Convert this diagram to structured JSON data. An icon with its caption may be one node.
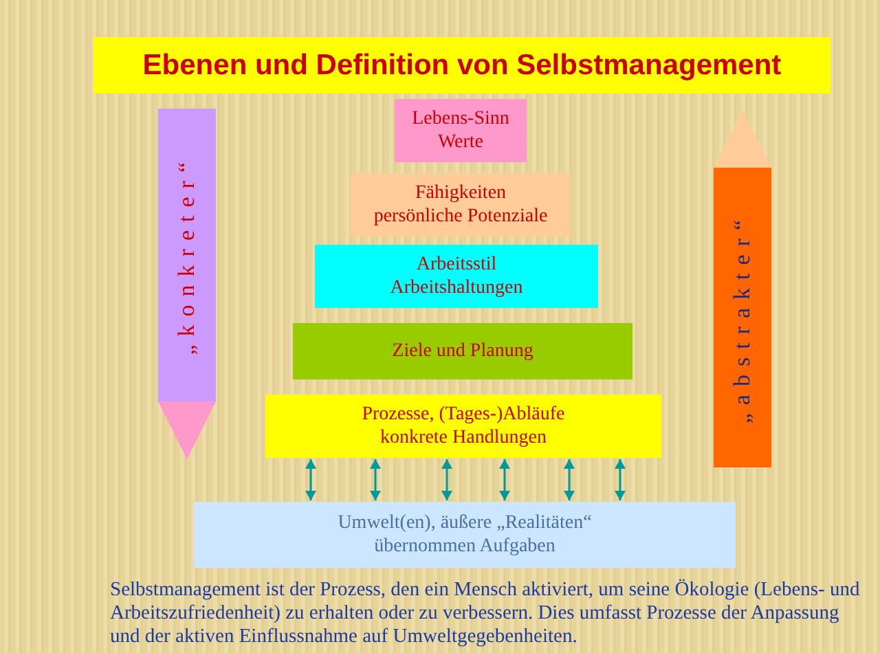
{
  "diagram": {
    "title": "Ebenen und Definition von Selbstmanagement",
    "nodes": [
      {
        "text": [
          "Lebens-Sinn",
          "Werte"
        ]
      },
      {
        "text": [
          "Fähigkeiten",
          "persönliche Potenziale"
        ]
      },
      {
        "text": [
          "Arbeitsstil",
          "Arbeitshaltungen"
        ]
      },
      {
        "text": [
          "Ziele und Planung"
        ]
      },
      {
        "text": [
          "Prozesse, (Tages-)Abläufe",
          "konkrete Handlungen"
        ]
      },
      {
        "text": [
          "Umwelt(en), äußere „Realitäten“",
          "übernommen Aufgaben"
        ]
      },
      {
        "text": [
          "„konkreter“"
        ]
      },
      {
        "text": [
          "„abstrakter“"
        ]
      }
    ],
    "edges": [
      {
        "from": 5,
        "to": 4,
        "arrow": "both"
      },
      {
        "from": 5,
        "to": 4,
        "arrow": "both"
      },
      {
        "from": 5,
        "to": 4,
        "arrow": "both"
      },
      {
        "from": 5,
        "to": 4,
        "arrow": "both"
      },
      {
        "from": 5,
        "to": 4,
        "arrow": "both"
      },
      {
        "from": 5,
        "to": 4,
        "arrow": "both"
      }
    ],
    "caption": "Selbstmanagement ist der Prozess, den ein Mensch aktiviert, um seine Ökologie (Lebens- und Arbeitszufriedenheit) zu erhalten oder zu verbessern. Dies umfasst Prozesse der Anpassung und der aktiven Einflussnahme auf Umweltgegebenheiten."
  }
}
